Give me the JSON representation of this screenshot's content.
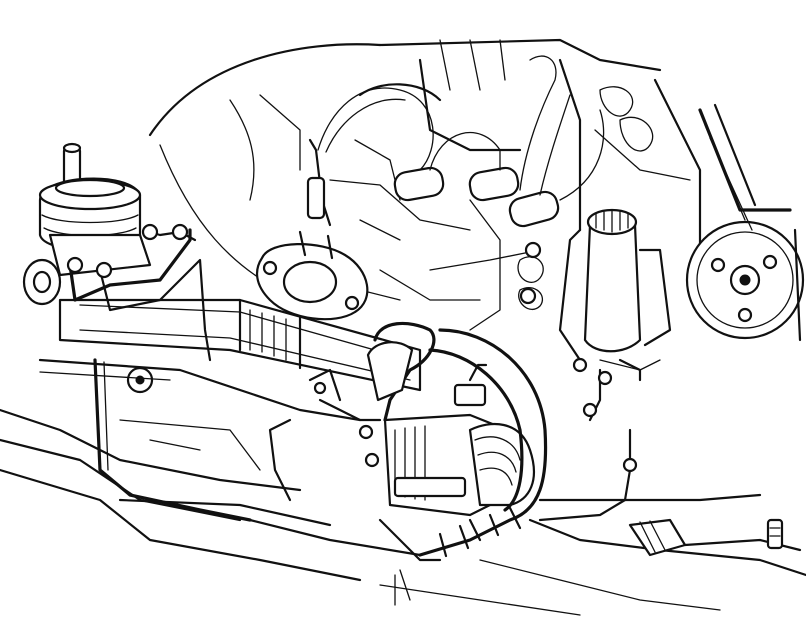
{
  "diagram": {
    "style": "black line-art technical illustration",
    "colors": {
      "ink": "#111111",
      "paper": "#ffffff"
    },
    "components": [
      {
        "id": "power-steering-pump",
        "icon": "pump-pulley-icon"
      },
      {
        "id": "pump-reservoir",
        "icon": "reservoir-cap-icon"
      },
      {
        "id": "steering-rack",
        "icon": "rack-gear-icon"
      },
      {
        "id": "rack-input-shaft",
        "icon": "shaft-icon"
      },
      {
        "id": "ac-compressor",
        "icon": "compressor-icon"
      },
      {
        "id": "exhaust-flange",
        "icon": "flange-icon"
      },
      {
        "id": "engine-block",
        "icon": "engine-icon"
      },
      {
        "id": "ignition-coils",
        "icon": "coil-icon"
      },
      {
        "id": "crossmember",
        "icon": "frame-icon"
      },
      {
        "id": "hydraulic-lines",
        "icon": "hose-icon"
      },
      {
        "id": "drive-belt",
        "icon": "belt-icon"
      }
    ]
  }
}
